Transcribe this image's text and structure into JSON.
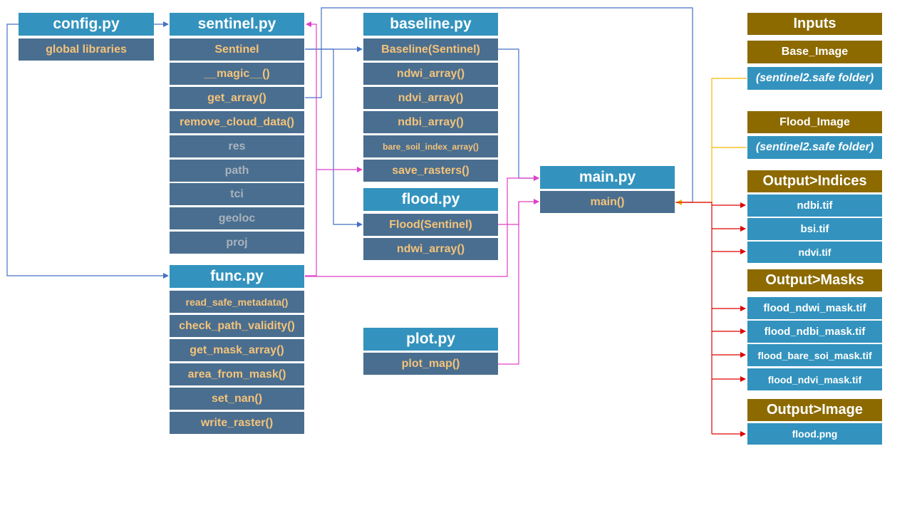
{
  "modules": {
    "config": {
      "title": "config.py",
      "items": [
        "global libraries"
      ]
    },
    "sentinel": {
      "title": "sentinel.py",
      "items": [
        "Sentinel",
        "__magic__()",
        "get_array()",
        "remove_cloud_data()"
      ],
      "attributes": [
        "res",
        "path",
        "tci",
        "geoloc",
        "proj"
      ]
    },
    "func": {
      "title": "func.py",
      "items": [
        "read_safe_metadata()",
        "check_path_validity()",
        "get_mask_array()",
        "area_from_mask()",
        "set_nan()",
        "write_raster()"
      ]
    },
    "baseline": {
      "title": "baseline.py",
      "items": [
        "Baseline(Sentinel)",
        "ndwi_array()",
        "ndvi_array()",
        "ndbi_array()",
        "bare_soil_index_array()",
        "save_rasters()"
      ]
    },
    "flood": {
      "title": "flood.py",
      "items": [
        "Flood(Sentinel)",
        "ndwi_array()"
      ]
    },
    "plot": {
      "title": "plot.py",
      "items": [
        "plot_map()"
      ]
    },
    "main": {
      "title": "main.py",
      "items": [
        "main()"
      ]
    }
  },
  "inputs": {
    "title": "Inputs",
    "base_image": {
      "label": "Base_Image",
      "source": "(sentinel2.safe folder)"
    },
    "flood_image": {
      "label": "Flood_Image",
      "source": "(sentinel2.safe folder)"
    }
  },
  "outputs": {
    "indices": {
      "title": "Output>Indices",
      "files": [
        "ndbi.tif",
        "bsi.tif",
        "ndvi.tif"
      ]
    },
    "masks": {
      "title": "Output>Masks",
      "files": [
        "flood_ndwi_mask.tif",
        "flood_ndbi_mask.tif",
        "flood_bare_soi_mask.tif",
        "flood_ndvi_mask.tif"
      ]
    },
    "image": {
      "title": "Output>Image",
      "files": [
        "flood.png"
      ]
    }
  },
  "colors": {
    "module_header": "#3393BE",
    "module_item": "#4A6E8F",
    "method_text": "#F4C37A",
    "attribute_text": "#A9B3BE",
    "io_header": "#8C6A00",
    "link_blue": "#4472C4",
    "link_magenta": "#E040C8",
    "link_red": "#E00000",
    "link_yellow": "#F5B800"
  }
}
